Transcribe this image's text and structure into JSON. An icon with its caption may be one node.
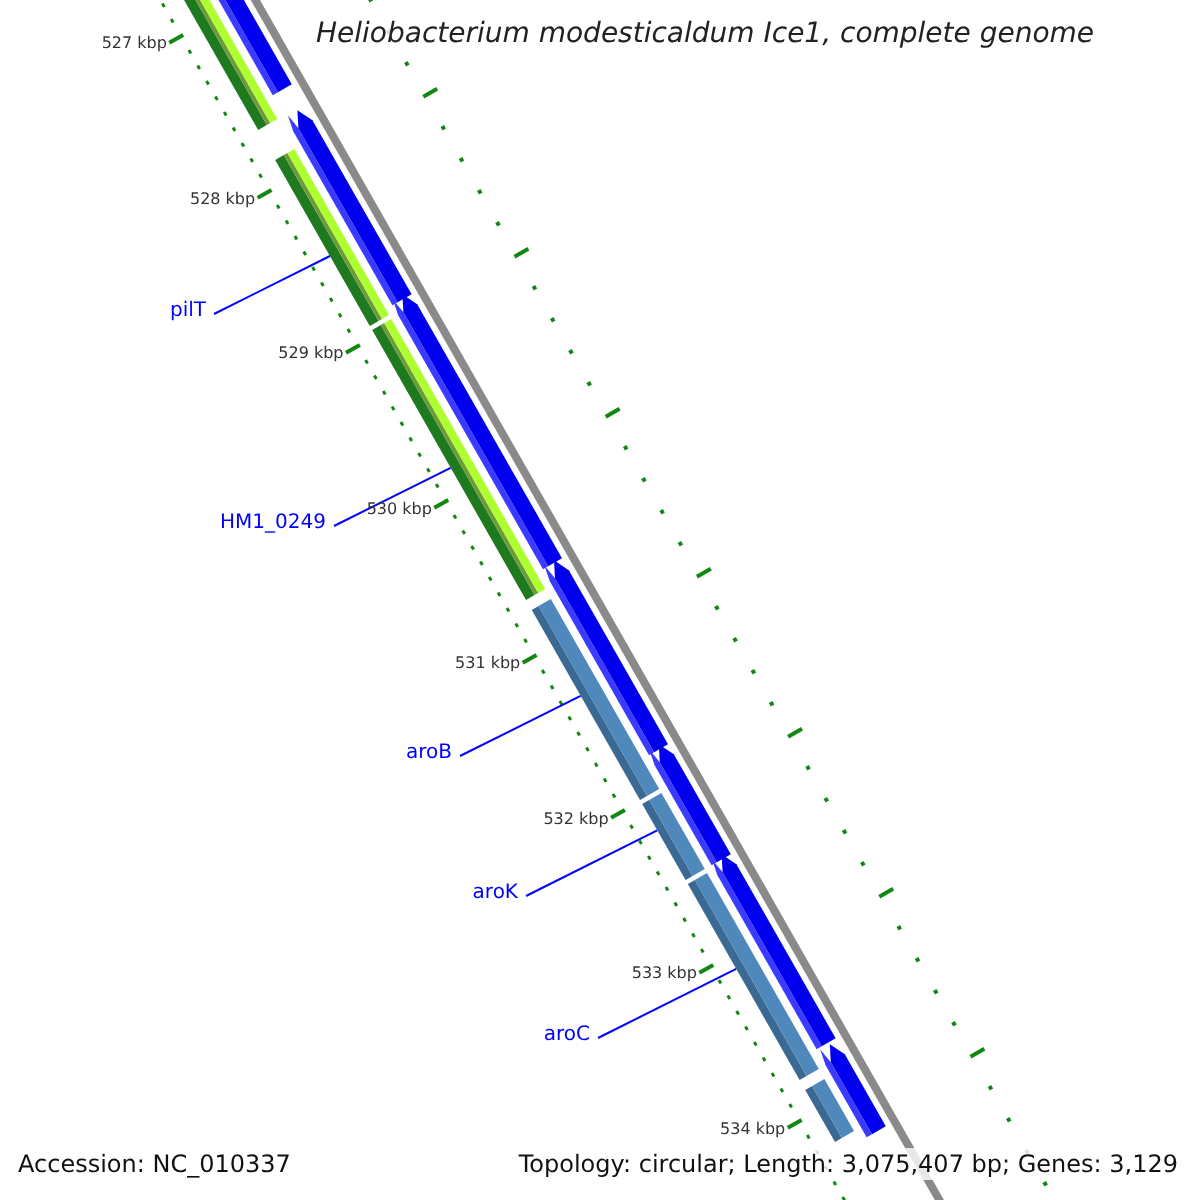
{
  "diagram": {
    "title": "Heliobacterium modesticaldum Ice1, complete genome",
    "nodes": [
      {
        "text": [
          "pilT"
        ]
      },
      {
        "text": [
          "HM1_0249"
        ]
      },
      {
        "text": [
          "aroB"
        ]
      },
      {
        "text": [
          "aroK"
        ]
      },
      {
        "text": [
          "aroC"
        ]
      },
      {
        "text": [],
        "shape": "bar"
      },
      {
        "text": [],
        "shape": "bar"
      },
      {
        "text": [],
        "shape": "bar"
      },
      {
        "text": [],
        "shape": "bar"
      },
      {
        "text": [],
        "shape": "bar"
      },
      {
        "text": [],
        "shape": "bar"
      },
      {
        "text": [],
        "shape": "bar"
      },
      {
        "text": [],
        "shape": "bar"
      },
      {
        "text": [],
        "shape": "bar"
      },
      {
        "text": [],
        "shape": "bar"
      },
      {
        "text": [],
        "shape": "bar"
      },
      {
        "text": [],
        "shape": "bar"
      },
      {
        "text": [],
        "shape": "bar"
      },
      {
        "text": [],
        "shape": "bar"
      }
    ],
    "edges": [
      {
        "from": 0,
        "to": 8,
        "arrow": "none"
      },
      {
        "from": 1,
        "to": 9,
        "arrow": "none"
      },
      {
        "from": 2,
        "to": 12,
        "arrow": "none"
      },
      {
        "from": 3,
        "to": 14,
        "arrow": "none"
      },
      {
        "from": 4,
        "to": 15,
        "arrow": "none"
      }
    ],
    "labels": [
      "527 kbp",
      "528 kbp",
      "529 kbp",
      "530 kbp",
      "531 kbp",
      "532 kbp",
      "533 kbp",
      "534 kbp",
      "Accession: NC_010337",
      "Topology: circular; Length: 3,075,407 bp; Genes: 3,129"
    ]
  }
}
